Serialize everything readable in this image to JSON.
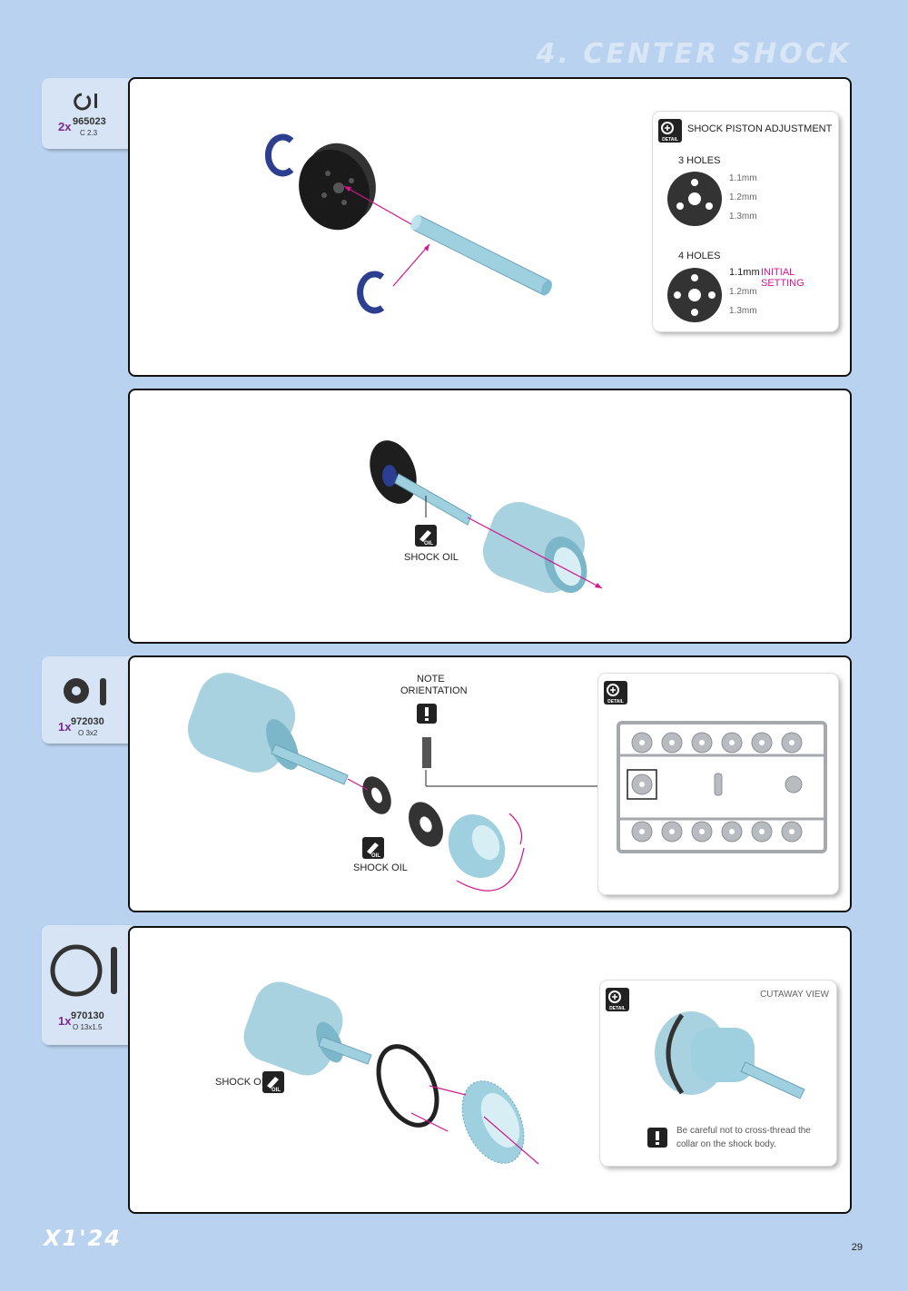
{
  "page": {
    "section_title": "4. CENTER SHOCK",
    "logo": "X1'24",
    "page_number": "29"
  },
  "parts": [
    {
      "qty": "2x",
      "part_number": "965023",
      "size": "C 2.3"
    },
    {
      "qty": "1x",
      "part_number": "972030",
      "size": "O 3x2"
    },
    {
      "qty": "1x",
      "part_number": "970130",
      "size": "O 13x1.5"
    }
  ],
  "step1": {
    "detail": {
      "title": "SHOCK PISTON ADJUSTMENT",
      "group1_label": "3 HOLES",
      "group1_options": [
        "1.1mm",
        "1.2mm",
        "1.3mm"
      ],
      "group2_label": "4 HOLES",
      "group2_options": [
        "1.1mm",
        "1.2mm",
        "1.3mm"
      ],
      "initial_setting": "INITIAL SETTING"
    }
  },
  "step2": {
    "oil_label": "SHOCK OIL",
    "oil_icon_text": "OIL"
  },
  "step3": {
    "note_line1": "NOTE",
    "note_line2": "ORIENTATION",
    "oil_label": "SHOCK OIL",
    "oil_icon_text": "OIL"
  },
  "step4": {
    "oil_label": "SHOCK OIL",
    "oil_icon_text": "OIL",
    "cutaway_label": "CUTAWAY VIEW",
    "warning_line1": "Be careful not to cross-thread the",
    "warning_line2": "collar on the shock body."
  },
  "detail_icon_text": "DETAIL",
  "colors": {
    "background": "#b9d2ef",
    "accent": "#d4148c",
    "quantity": "#7b2a8f",
    "part_blue": "#9fd0e0",
    "clip_blue": "#2c3e8f"
  }
}
